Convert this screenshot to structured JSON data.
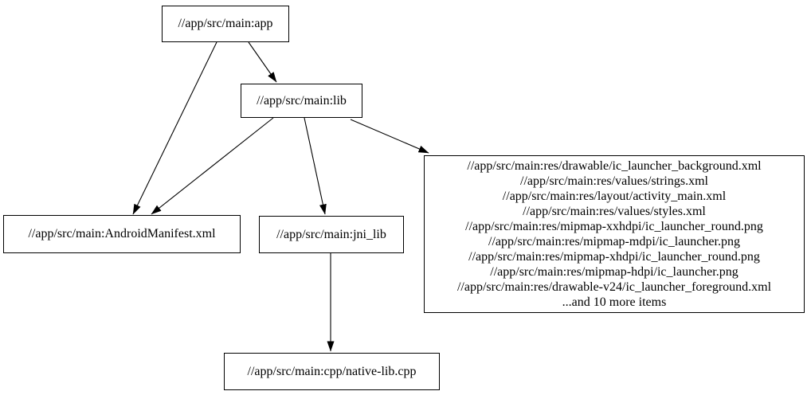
{
  "graph": {
    "type": "dependency-graph",
    "background_color": "#ffffff",
    "node_fill_color": "#ffffff",
    "stroke_color": "#000000",
    "nodes": {
      "app": {
        "label": "//app/src/main:app"
      },
      "lib": {
        "label": "//app/src/main:lib"
      },
      "manifest": {
        "label": "//app/src/main:AndroidManifest.xml"
      },
      "jni_lib": {
        "label": "//app/src/main:jni_lib"
      },
      "res": {
        "lines": [
          "//app/src/main:res/drawable/ic_launcher_background.xml",
          "//app/src/main:res/values/strings.xml",
          "//app/src/main:res/layout/activity_main.xml",
          "//app/src/main:res/values/styles.xml",
          "//app/src/main:res/mipmap-xxhdpi/ic_launcher_round.png",
          "//app/src/main:res/mipmap-mdpi/ic_launcher.png",
          "//app/src/main:res/mipmap-xhdpi/ic_launcher_round.png",
          "//app/src/main:res/mipmap-hdpi/ic_launcher.png",
          "//app/src/main:res/drawable-v24/ic_launcher_foreground.xml",
          "...and 10 more items"
        ]
      },
      "native": {
        "label": "//app/src/main:cpp/native-lib.cpp"
      }
    },
    "edges": [
      {
        "from": "//app/src/main:app",
        "to": "//app/src/main:lib"
      },
      {
        "from": "//app/src/main:app",
        "to": "//app/src/main:AndroidManifest.xml"
      },
      {
        "from": "//app/src/main:lib",
        "to": "//app/src/main:AndroidManifest.xml"
      },
      {
        "from": "//app/src/main:lib",
        "to": "//app/src/main:jni_lib"
      },
      {
        "from": "//app/src/main:lib",
        "to": "//app/src/main:res (file group)"
      },
      {
        "from": "//app/src/main:jni_lib",
        "to": "//app/src/main:cpp/native-lib.cpp"
      }
    ]
  }
}
